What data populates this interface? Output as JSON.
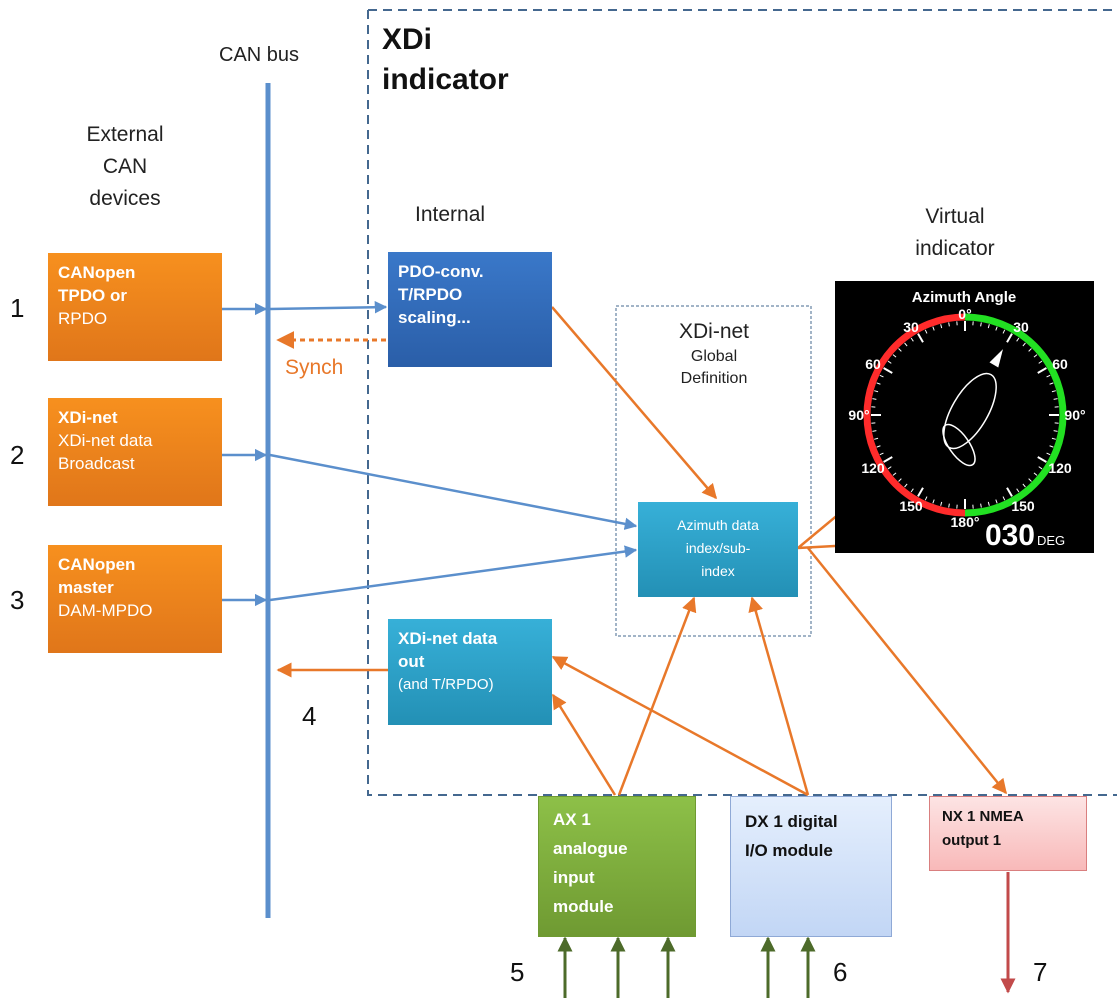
{
  "headings": {
    "can_bus": "CAN bus",
    "xdi_line1": "XDi",
    "xdi_line2": "indicator",
    "external_line1": "External",
    "external_line2": "CAN",
    "external_line3": "devices",
    "internal": "Internal",
    "virtual_line1": "Virtual",
    "virtual_line2": "indicator",
    "synch": "Synch"
  },
  "external_devices": [
    {
      "line1": "CANopen",
      "line2": "TPDO or",
      "line3": "RPDO"
    },
    {
      "line1": "XDi-net",
      "line2": "XDi-net data",
      "line3": "Broadcast"
    },
    {
      "line1": "CANopen",
      "line2": "master",
      "line3": "DAM-MPDO"
    }
  ],
  "pdo_box": {
    "line1": "PDO-conv.",
    "line2": "T/RPDO",
    "line3": "scaling..."
  },
  "xdinet_out_box": {
    "line1": "XDi-net data",
    "line2": "out",
    "line3": "(and T/RPDO)"
  },
  "global_def": {
    "line1": "XDi-net",
    "line2": "Global",
    "line3": "Definition"
  },
  "azimuth_box": {
    "line1": "Azimuth data",
    "line2": "index/sub-",
    "line3": "index"
  },
  "modules": {
    "ax": {
      "line1": "AX 1",
      "line2": "analogue",
      "line3": "input",
      "line4": "module"
    },
    "dx": {
      "line1": "DX 1 digital",
      "line2": "I/O module"
    },
    "nx": {
      "line1": "NX 1 NMEA",
      "line2": "output 1"
    }
  },
  "numbers": [
    "1",
    "2",
    "3",
    "4",
    "5",
    "6",
    "7"
  ],
  "gauge": {
    "title": "Azimuth Angle",
    "top_label": "0°",
    "labels_left": [
      "30",
      "60",
      "90°",
      "120",
      "150"
    ],
    "labels_right": [
      "30",
      "60",
      "90°",
      "120",
      "150"
    ],
    "bottom_label": "180°",
    "value": "030",
    "unit": "DEG",
    "heading_deg": 30
  },
  "colors": {
    "orange": "#f7901e",
    "arrow_orange": "#e8782a",
    "can_blue": "#5b8fcc",
    "dark_blue": "#2a5ea8",
    "teal": "#2aa0c8",
    "green": "#7cad3c",
    "red_scale": "#ff2b2b",
    "green_scale": "#22e022",
    "nmea_red": "#c24a4a",
    "input_green": "#4d6b2a"
  }
}
